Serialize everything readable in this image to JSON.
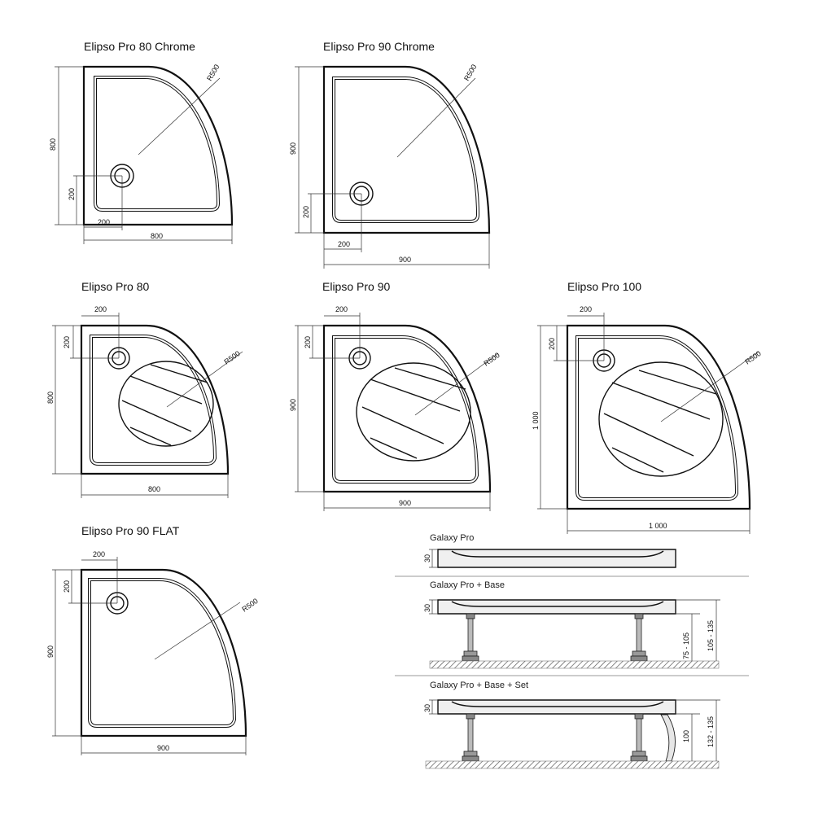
{
  "trays": [
    {
      "id": "p80c",
      "title": "Elipso Pro 80 Chrome",
      "width_label": "800",
      "height_label": "800",
      "drain_x_label": "200",
      "drain_y_label": "200",
      "radius_label": "R500"
    },
    {
      "id": "p90c",
      "title": "Elipso Pro 90 Chrome",
      "width_label": "900",
      "height_label": "900",
      "drain_x_label": "200",
      "drain_y_label": "200",
      "radius_label": "R500"
    },
    {
      "id": "p80",
      "title": "Elipso Pro 80",
      "width_label": "800",
      "height_label": "800",
      "drain_x_label": "200",
      "drain_y_label": "200",
      "radius_label": "R500"
    },
    {
      "id": "p90",
      "title": "Elipso Pro 90",
      "width_label": "900",
      "height_label": "900",
      "drain_x_label": "200",
      "drain_y_label": "200",
      "radius_label": "R500"
    },
    {
      "id": "p100",
      "title": "Elipso Pro 100",
      "width_label": "1 000",
      "height_label": "1 000",
      "drain_x_label": "200",
      "drain_y_label": "200",
      "radius_label": "R500"
    },
    {
      "id": "p90f",
      "title": "Elipso Pro 90 FLAT",
      "width_label": "900",
      "height_label": "900",
      "drain_x_label": "200",
      "drain_y_label": "200",
      "radius_label": "R500"
    }
  ],
  "sections": [
    {
      "id": "galaxy",
      "title": "Galaxy Pro",
      "thickness_label": "30"
    },
    {
      "id": "galaxy_base",
      "title": "Galaxy Pro + Base",
      "thickness_label": "30",
      "leg_label": "75 - 105",
      "total_label": "105 - 135"
    },
    {
      "id": "galaxy_base_set",
      "title": "Galaxy Pro + Base + Set",
      "thickness_label": "30",
      "leg_label": "100",
      "total_label": "132 - 135"
    }
  ]
}
